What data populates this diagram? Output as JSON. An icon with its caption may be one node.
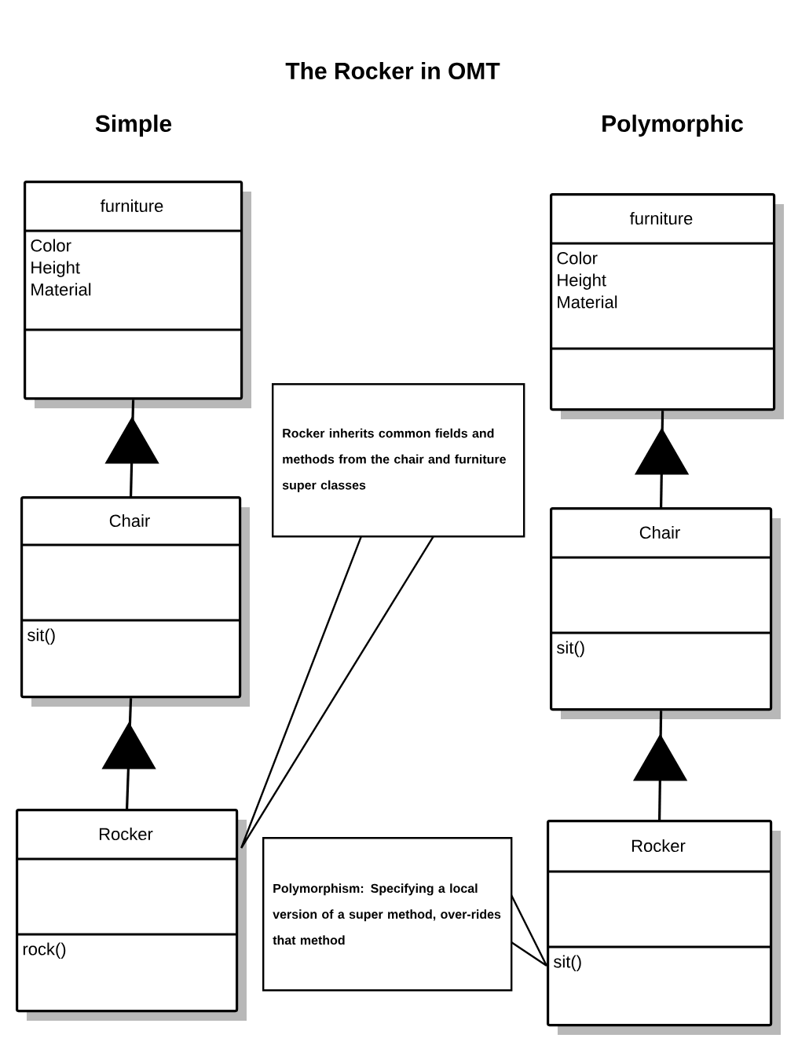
{
  "diagram": {
    "title": "The Rocker in OMT",
    "nodes": [
      {
        "text": [
          "furniture",
          "Color",
          "Height",
          "Material"
        ]
      },
      {
        "text": [
          "Chair",
          "sit()"
        ]
      },
      {
        "text": [
          "Rocker",
          "rock()"
        ]
      },
      {
        "text": [
          "furniture",
          "Color",
          "Height",
          "Material"
        ]
      },
      {
        "text": [
          "Chair",
          "sit()"
        ]
      },
      {
        "text": [
          "Rocker",
          "sit()"
        ]
      },
      {
        "text": [
          "Rocker inherits common fields and methods from the chair and furniture super classes"
        ]
      },
      {
        "text": [
          "Polymorphism: Specifying a local version of a super method, over-rides that method"
        ]
      }
    ],
    "edges": [
      {
        "from": 1,
        "to": 0,
        "arrow": "to"
      },
      {
        "from": 2,
        "to": 1,
        "arrow": "to"
      },
      {
        "from": 4,
        "to": 3,
        "arrow": "to"
      },
      {
        "from": 5,
        "to": 4,
        "arrow": "to"
      },
      {
        "from": 6,
        "to": 2,
        "arrow": "none"
      },
      {
        "from": 7,
        "to": 5,
        "arrow": "none"
      }
    ],
    "labels": [
      "Simple",
      "Polymorphic"
    ]
  }
}
